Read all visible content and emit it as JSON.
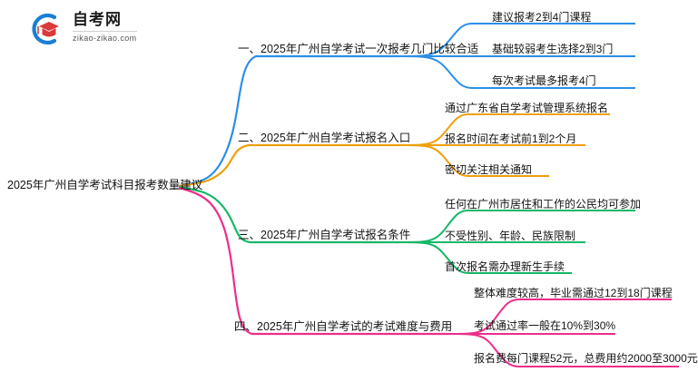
{
  "logo": {
    "title": "自考网",
    "domain": "zikao-zikao.com",
    "mark_arc_color": "#1A7FD4",
    "mark_cap_color": "#D93A3A"
  },
  "mindmap": {
    "type": "mindmap",
    "root": {
      "label": "2025年广州自学考试科目报考数量建议"
    },
    "branches": [
      {
        "index": "一",
        "color": "#2B8FE8",
        "label": "一、2025年广州自学考试一次报考几门比较合适",
        "children": [
          {
            "label": "建议报考2到4门课程"
          },
          {
            "label": "基础较弱考生选择2到3门"
          },
          {
            "label": "每次考试最多报考4门"
          }
        ]
      },
      {
        "index": "二",
        "color": "#EFA00B",
        "label": "二、2025年广州自学考试报名入口",
        "children": [
          {
            "label": "通过广东省自学考试管理系统报名"
          },
          {
            "label": "报名时间在考试前1到2个月"
          },
          {
            "label": "密切关注相关通知"
          }
        ]
      },
      {
        "index": "三",
        "color": "#14B866",
        "label": "三、2025年广州自学考试报名条件",
        "children": [
          {
            "label": "任何在广州市居住和工作的公民均可参加"
          },
          {
            "label": "不受性别、年龄、民族限制"
          },
          {
            "label": "首次报名需办理新生手续"
          }
        ]
      },
      {
        "index": "四",
        "color": "#EC2E8B",
        "label": "四、2025年广州自学考试的考试难度与费用",
        "children": [
          {
            "label": "整体难度较高，毕业需通过12到18门课程"
          },
          {
            "label": "考试通过率一般在10%到30%"
          },
          {
            "label": "报名费每门课程52元，总费用约2000至3000元"
          }
        ]
      }
    ]
  }
}
